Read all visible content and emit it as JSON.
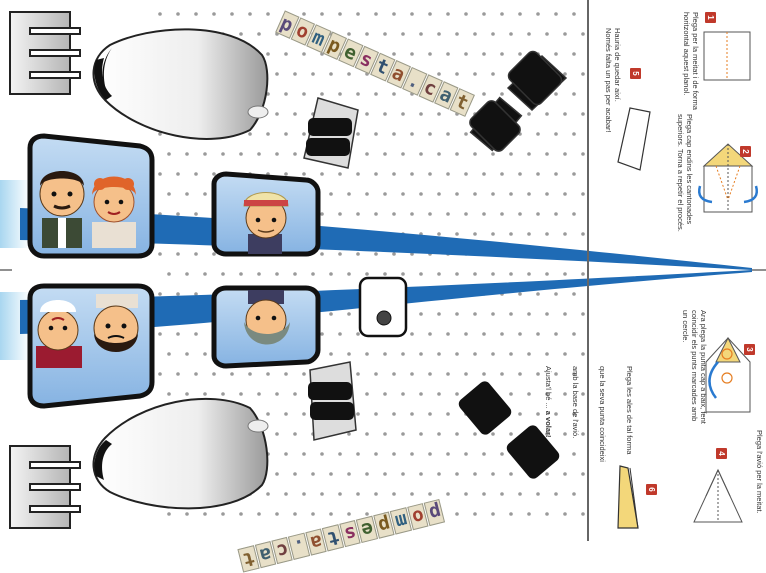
{
  "logo": {
    "text": "pompesta.cat",
    "letter_colors": [
      "#5a4a7a",
      "#a04030",
      "#306080",
      "#7a5a20",
      "#406030",
      "#8a3060",
      "#305070",
      "#905030",
      "#506080",
      "#704040",
      "#406070",
      "#806030"
    ]
  },
  "steps": [
    {
      "number": "1",
      "text": "Plega per la meitat i de forma\nhoritzontal aquest planol."
    },
    {
      "number": "2",
      "text": "Plega cap endins les cantonades\nsuperiors. Torna a repetir el procés."
    },
    {
      "number": "3",
      "text": "Ara plega la punta cap a baix, fent\ncoincidir els punts marcades amb\nun cercle."
    },
    {
      "number": "4",
      "text": "Plega l'avió per la meitat."
    },
    {
      "number": "5",
      "text": "Hauria de quedar així.\nNomés falta un pas per acabar!"
    },
    {
      "number": "6",
      "text_lines": [
        "Plega les ales de tal forma",
        "que la seva punta coincideixi",
        "amb la base de l'avió.",
        "Ajusta'l bé ... "
      ],
      "emphasis": "a volar!"
    }
  ],
  "colors": {
    "stripe": "#1f6bb5",
    "badge": "#c0392b",
    "window_sky": "#9cc3ea",
    "window_frame": "#1a1a1a",
    "fold_yellow": "#f3d77a",
    "accent_orange": "#e67e22"
  }
}
